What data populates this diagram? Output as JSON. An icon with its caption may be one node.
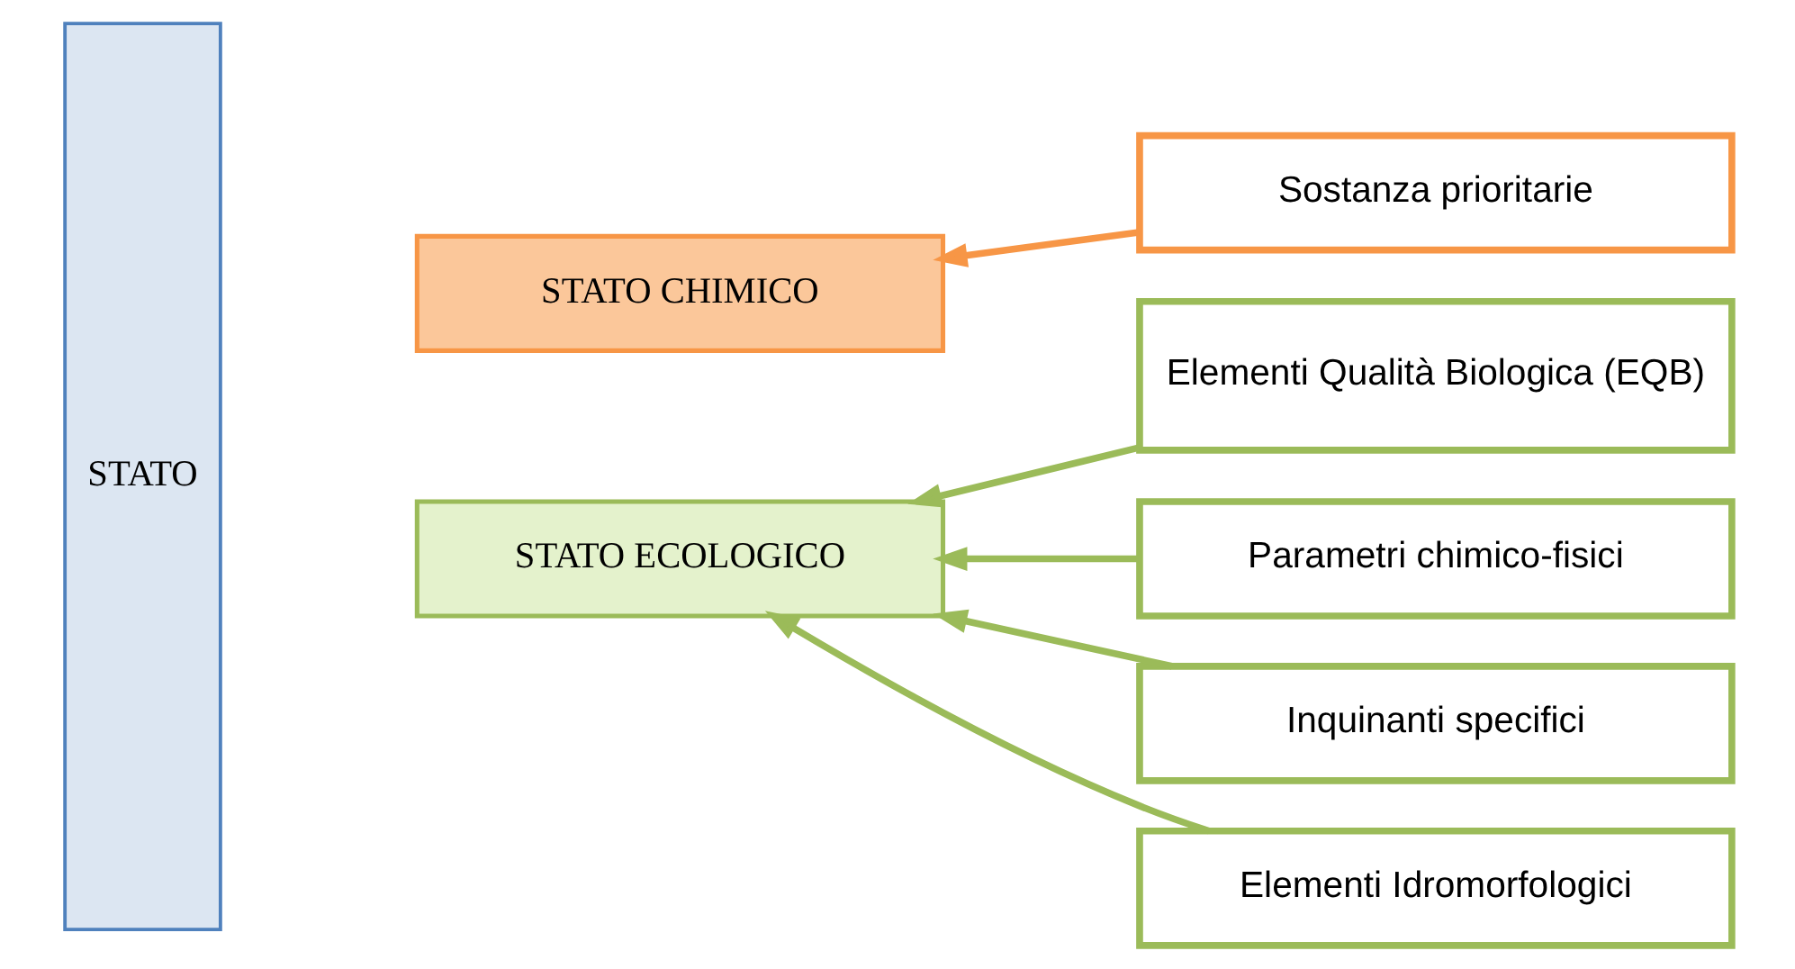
{
  "diagram": {
    "nodes": [
      {
        "text": [
          "STATO"
        ]
      },
      {
        "text": [
          "STATO CHIMICO"
        ]
      },
      {
        "text": [
          "Sostanza prioritarie"
        ]
      },
      {
        "text": [
          "STATO ECOLOGICO"
        ]
      },
      {
        "text": [
          "Elementi Qualità Biologica (EQB)"
        ]
      },
      {
        "text": [
          "Parametri chimico-fisici"
        ]
      },
      {
        "text": [
          "Inquinanti specifici"
        ]
      },
      {
        "text": [
          "Elementi Idromorfologici"
        ]
      }
    ],
    "edges": [
      {
        "from": 2,
        "to": 1,
        "arrow": "to",
        "color": "#f79646"
      },
      {
        "from": 4,
        "to": 3,
        "arrow": "to"
      },
      {
        "from": 5,
        "to": 3,
        "arrow": "to"
      },
      {
        "from": 6,
        "to": 3,
        "arrow": "to"
      },
      {
        "from": 7,
        "to": 3,
        "arrow": "to"
      }
    ]
  }
}
